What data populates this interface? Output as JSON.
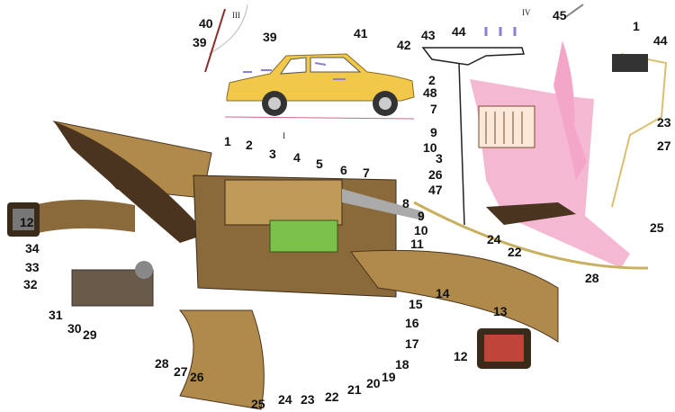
{
  "sections": {
    "car_view": "III",
    "cutaway_view": "IV",
    "main_view": "I"
  },
  "labels_car": [
    "40",
    "39",
    "39",
    "41",
    "42"
  ],
  "labels_cutaway": [
    "45",
    "1",
    "43",
    "44",
    "44",
    "2",
    "48",
    "7",
    "9",
    "10",
    "3",
    "26",
    "47",
    "23",
    "27",
    "24",
    "22",
    "25",
    "28"
  ],
  "labels_main": [
    "1",
    "2",
    "3",
    "4",
    "5",
    "6",
    "7",
    "8",
    "9",
    "10",
    "11",
    "12",
    "34",
    "33",
    "32",
    "31",
    "30",
    "29",
    "28",
    "27",
    "26",
    "25",
    "24",
    "23",
    "22",
    "21",
    "20",
    "19",
    "18",
    "17",
    "16",
    "15",
    "14",
    "13",
    "12"
  ],
  "colors": {
    "car_body": "#f2c84b",
    "duct": "#b08a4a",
    "duct_dark": "#4a3420",
    "airflow_warm": "#f3a6c8",
    "airflow_arrow": "#e8405a",
    "airflow_cold": "#8a7fd8",
    "core_green": "#7cc24a"
  }
}
